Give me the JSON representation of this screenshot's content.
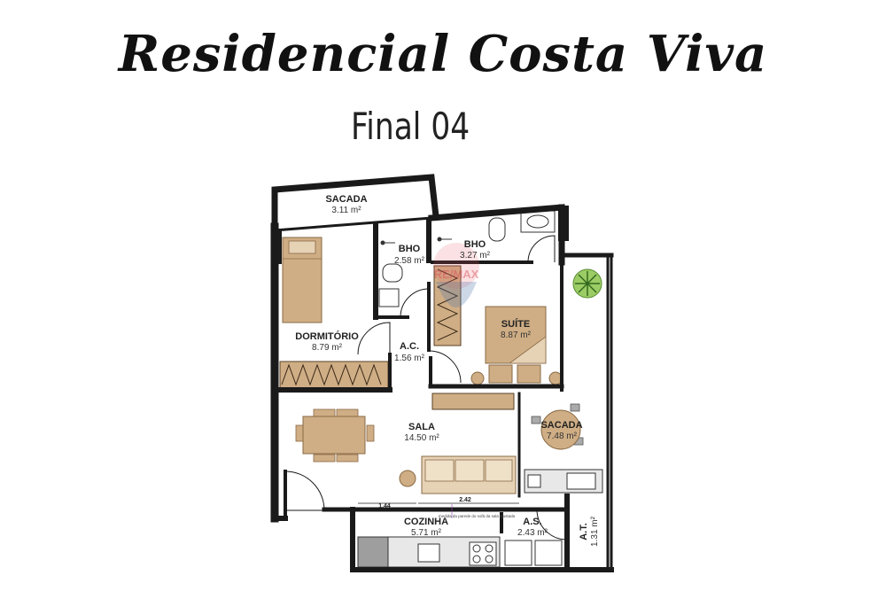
{
  "header": {
    "title": "Residencial Costa Viva",
    "subtitle": "Final 04"
  },
  "watermark": {
    "text": "RE/MAX"
  },
  "rooms": [
    {
      "key": "sacada_top",
      "name": "SACADA",
      "area": "3.11 m²"
    },
    {
      "key": "bho1",
      "name": "BHO",
      "area": "2.58 m²"
    },
    {
      "key": "bho2",
      "name": "BHO",
      "area": "3.27 m²"
    },
    {
      "key": "dormitorio",
      "name": "DORMITÓRIO",
      "area": "8.79 m²"
    },
    {
      "key": "ac",
      "name": "A.C.",
      "area": "1.56 m²"
    },
    {
      "key": "suite",
      "name": "SUÍTE",
      "area": "8.87 m²"
    },
    {
      "key": "sala",
      "name": "SALA",
      "area": "14.50 m²"
    },
    {
      "key": "sacada_right",
      "name": "SACADA",
      "area": "7.48 m²"
    },
    {
      "key": "cozinha",
      "name": "COZINHA",
      "area": "5.71 m²"
    },
    {
      "key": "as",
      "name": "A.S.",
      "area": "2.43 m²"
    },
    {
      "key": "at",
      "name": "A.T.",
      "area": "1.31 m²"
    }
  ],
  "dimensions": {
    "d1": "1.44",
    "d2": "2.42",
    "note": "medida da parede do sofá da sala ajustada"
  },
  "colors": {
    "wall": "#1a1a1a",
    "furniture": "#cfae85",
    "furniture_stroke": "#8a6a45",
    "sofa": "#e6d2b5",
    "counter": "#e8e8e8"
  }
}
